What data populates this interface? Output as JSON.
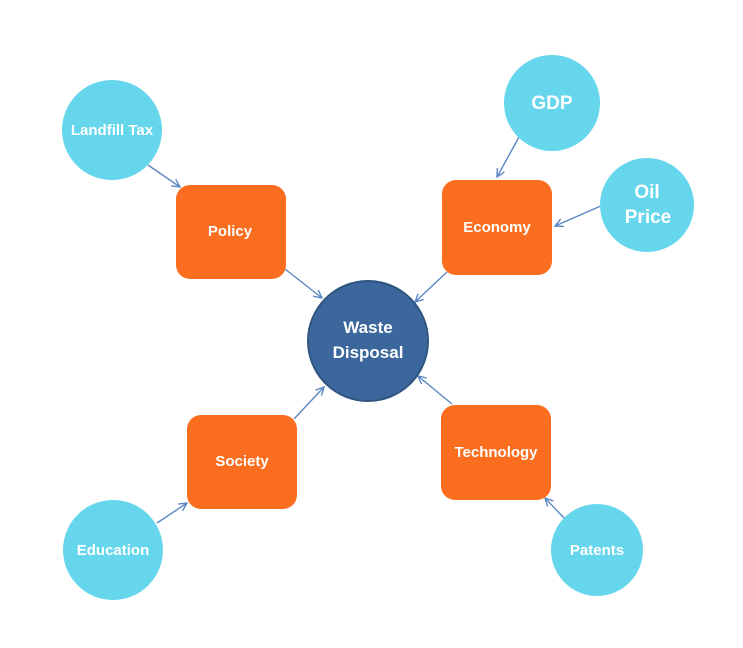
{
  "colors": {
    "circle_fill": "#66d6ec",
    "box_fill": "#fb6e1f",
    "center_fill": "#3c679c",
    "center_stroke": "#2f5580",
    "arrow": "#5b87c4",
    "label": "#ffffff"
  },
  "nodes": {
    "landfill_tax": {
      "lines": [
        "Landfill Tax"
      ]
    },
    "gdp": {
      "lines": [
        "GDP"
      ]
    },
    "oil_price": {
      "lines": [
        "Oil",
        "Price"
      ]
    },
    "education": {
      "lines": [
        "Education"
      ]
    },
    "patents": {
      "lines": [
        "Patents"
      ]
    },
    "policy": {
      "lines": [
        "Policy"
      ]
    },
    "economy": {
      "lines": [
        "Economy"
      ]
    },
    "society": {
      "lines": [
        "Society"
      ]
    },
    "technology": {
      "lines": [
        "Technology"
      ]
    },
    "waste_disposal": {
      "lines": [
        "Waste",
        "Disposal"
      ]
    }
  },
  "edges": [
    {
      "from": "landfill_tax",
      "to": "policy"
    },
    {
      "from": "gdp",
      "to": "economy"
    },
    {
      "from": "oil_price",
      "to": "economy"
    },
    {
      "from": "education",
      "to": "society"
    },
    {
      "from": "patents",
      "to": "technology"
    },
    {
      "from": "policy",
      "to": "waste_disposal"
    },
    {
      "from": "economy",
      "to": "waste_disposal"
    },
    {
      "from": "society",
      "to": "waste_disposal"
    },
    {
      "from": "technology",
      "to": "waste_disposal"
    }
  ]
}
